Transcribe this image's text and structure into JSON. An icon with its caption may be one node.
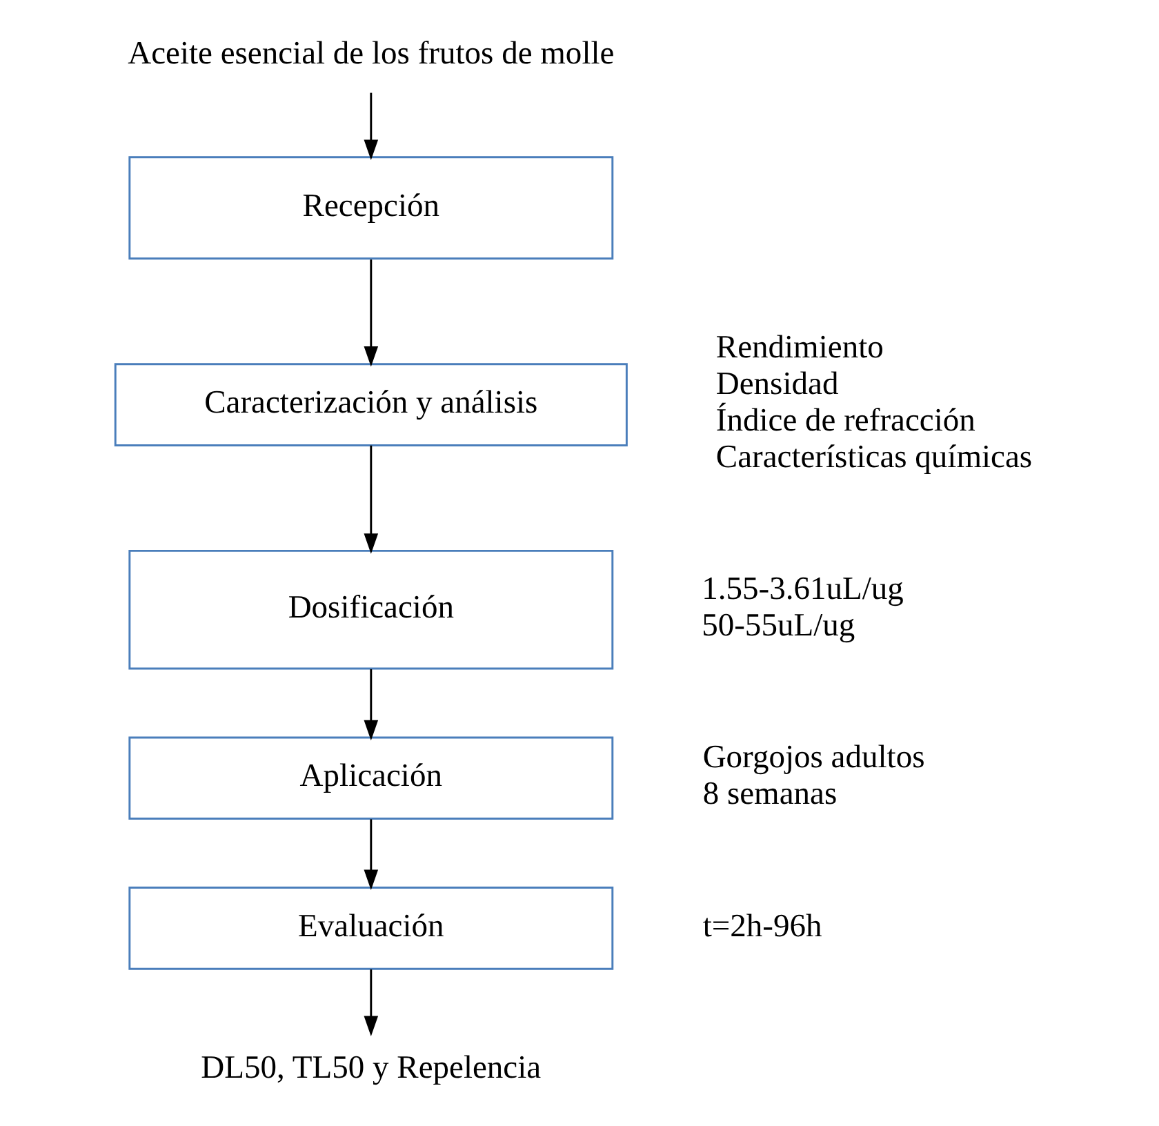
{
  "diagram": {
    "nodes": [
      {
        "text": [
          "Aceite esencial de los frutos de molle"
        ]
      },
      {
        "text": [
          "Recepción"
        ]
      },
      {
        "text": [
          "Caracterización y análisis"
        ],
        "beside": [
          "Rendimiento",
          "Densidad",
          "Índice de refracción",
          "Características químicas"
        ]
      },
      {
        "text": [
          "Dosificación"
        ],
        "beside": [
          "1.55-3.61uL/ug",
          "50-55uL/ug"
        ]
      },
      {
        "text": [
          "Aplicación"
        ],
        "beside": [
          "Gorgojos adultos",
          "8 semanas"
        ]
      },
      {
        "text": [
          "Evaluación"
        ],
        "beside": [
          "t=2h-96h"
        ]
      },
      {
        "text": [
          "DL50, TL50 y Repelencia"
        ]
      }
    ],
    "edges": [
      {
        "from": 0,
        "to": 1,
        "arrow": "to"
      },
      {
        "from": 1,
        "to": 2,
        "arrow": "to"
      },
      {
        "from": 2,
        "to": 3,
        "arrow": "to"
      },
      {
        "from": 3,
        "to": 4,
        "arrow": "to"
      },
      {
        "from": 4,
        "to": 5,
        "arrow": "to"
      },
      {
        "from": 5,
        "to": 6,
        "arrow": "to"
      }
    ]
  }
}
